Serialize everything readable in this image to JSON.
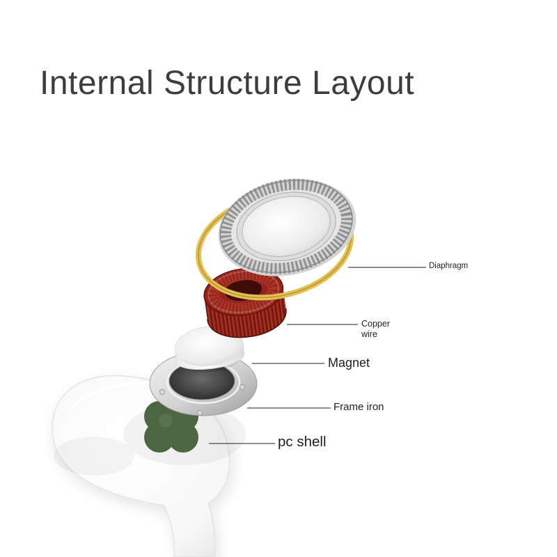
{
  "page": {
    "title": "Internal Structure Layout",
    "background_color": "#ffffff",
    "title_color": "#3d3d3d"
  },
  "diagram": {
    "type": "exploded-view-diagram",
    "subject": "earbud internal structure components",
    "labels": [
      {
        "id": "diaphragm",
        "text": "Diaphragm"
      },
      {
        "id": "copper-wire",
        "text": "Copper wire"
      },
      {
        "id": "magnet",
        "text": "Magnet"
      },
      {
        "id": "frame-iron",
        "text": "Frame iron"
      },
      {
        "id": "pc-shell",
        "text": "pc shell"
      }
    ],
    "colors": {
      "gold_ring": "#e2c14e",
      "copper_coil": "#93241a",
      "magnet": "#f7f7f7",
      "frame_iron": "#c9c9c9",
      "gasket_green": "#4a6741",
      "shell": "#ffffff",
      "leader_line": "#4a4a4a"
    }
  }
}
